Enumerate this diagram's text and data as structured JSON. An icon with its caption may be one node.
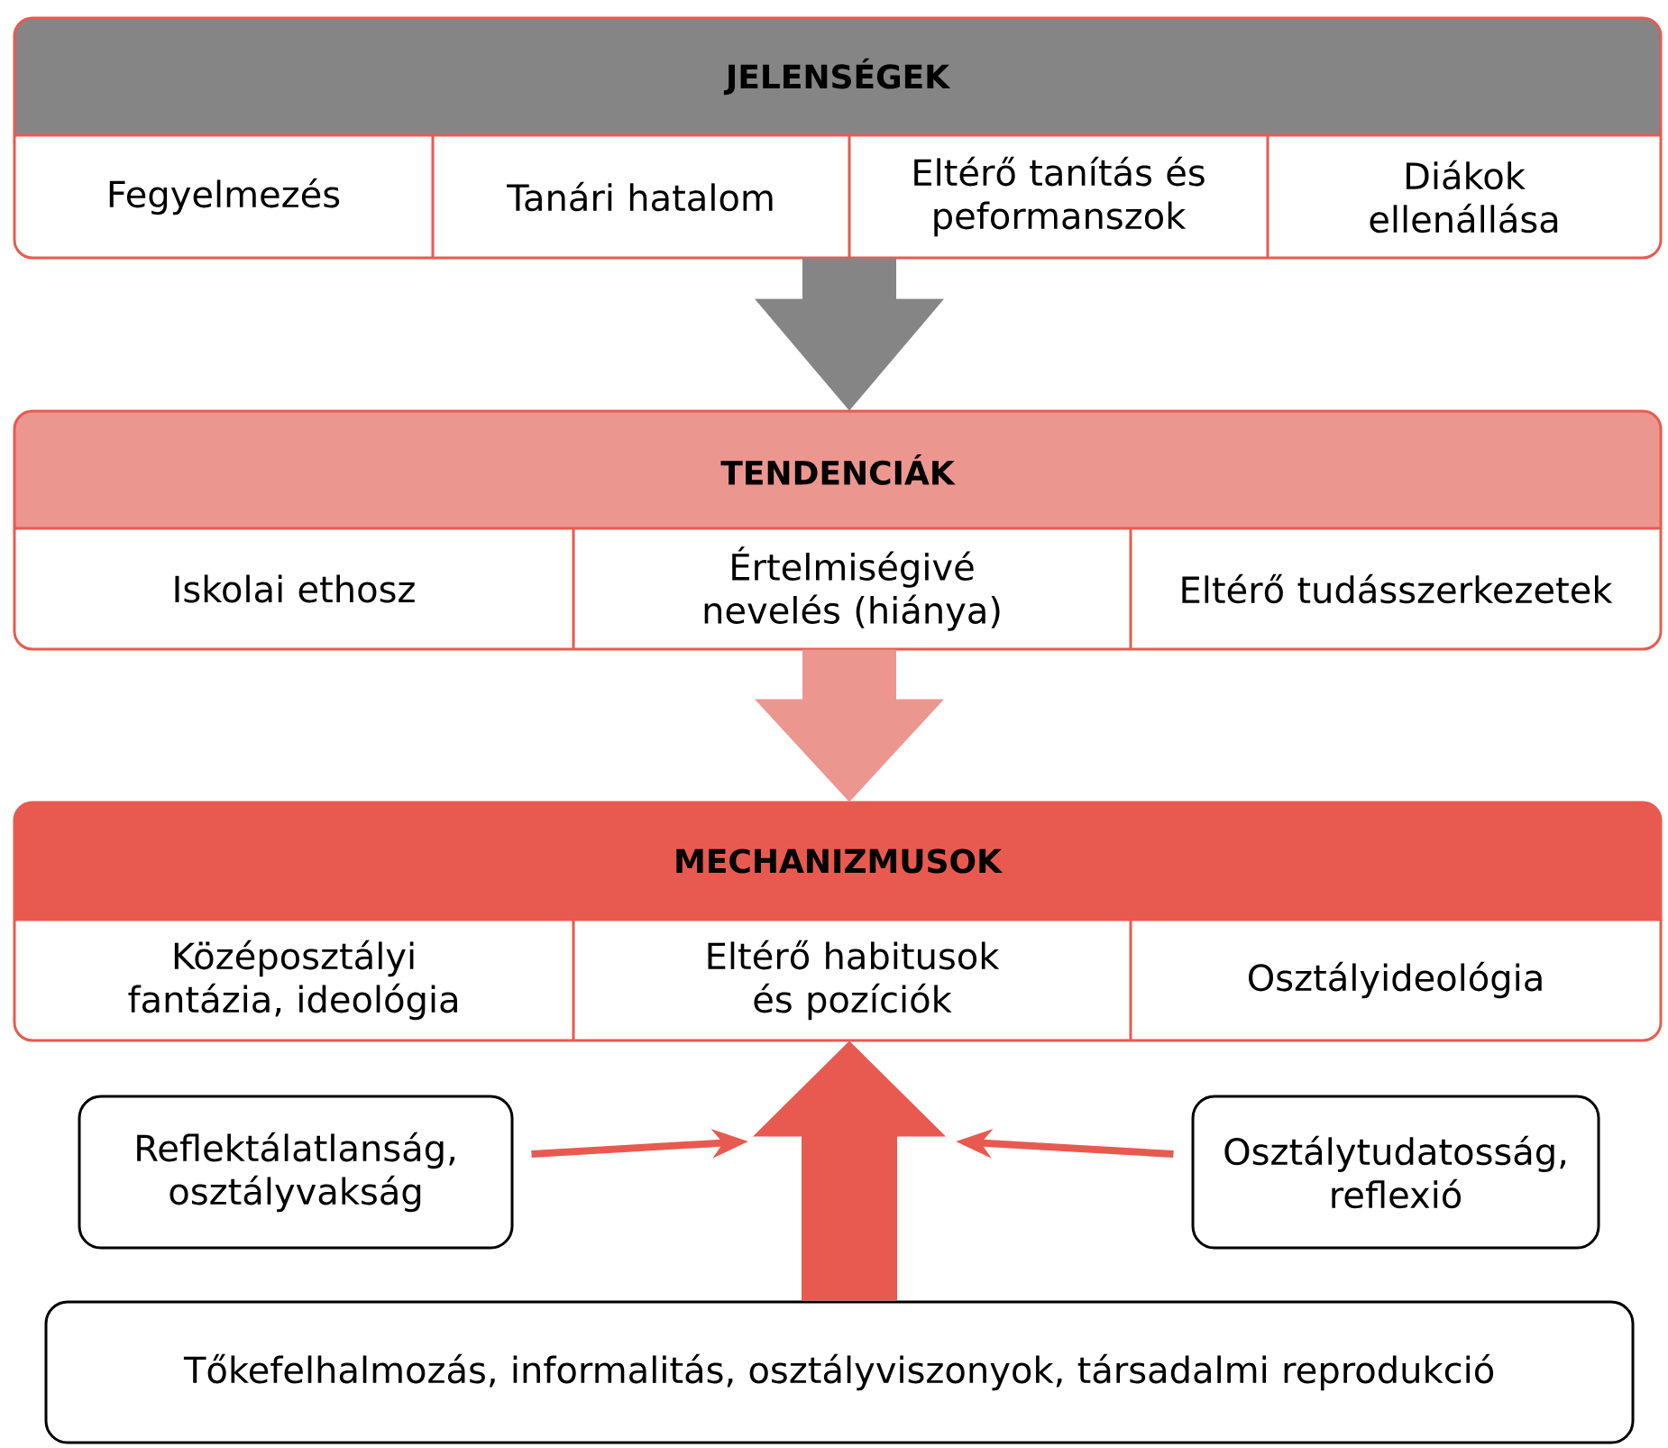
{
  "diagram": {
    "nodes": [
      {
        "text": [
          "JELENSÉGEK"
        ]
      },
      {
        "text": [
          "Fegyelmezés"
        ],
        "in": 0
      },
      {
        "text": [
          "Tanári hatalom"
        ],
        "in": 0
      },
      {
        "text": [
          "Eltérő tanítás és peformanszok"
        ],
        "in": 0
      },
      {
        "text": [
          "Diákok ellenállása"
        ],
        "in": 0
      },
      {
        "text": [
          "TENDENCIÁK"
        ]
      },
      {
        "text": [
          "Iskolai ethosz"
        ],
        "in": 5
      },
      {
        "text": [
          "Értelmiségivé nevelés (hiánya)"
        ],
        "in": 5
      },
      {
        "text": [
          "Eltérő tudásszerkezetek"
        ],
        "in": 5
      },
      {
        "text": [
          "MECHANIZMUSOK"
        ]
      },
      {
        "text": [
          "Középosztályi fantázia, ideológia"
        ],
        "in": 9
      },
      {
        "text": [
          "Eltérő habitusok és pozíciók"
        ],
        "in": 9
      },
      {
        "text": [
          "Osztályideológia"
        ],
        "in": 9
      },
      {
        "text": [
          "Reflektálatlanság, osztályvakság"
        ]
      },
      {
        "text": [
          "Osztálytudatosság, reflexió"
        ]
      },
      {
        "text": [
          "Tőkefelhalmozás, informalitás, osztályviszonyok, társadalmi reprodukció"
        ]
      }
    ],
    "edges": [
      {
        "from": 0,
        "to": 5,
        "arrow": "to",
        "style": "thick",
        "color": "#858585"
      },
      {
        "from": 5,
        "to": 9,
        "arrow": "to",
        "style": "thick",
        "color": "#ec9690"
      },
      {
        "from": 15,
        "to": 9,
        "arrow": "to",
        "style": "thick"
      },
      {
        "from": 13,
        "to": null,
        "arrow": "to"
      },
      {
        "from": 14,
        "to": null,
        "arrow": "to"
      }
    ]
  }
}
